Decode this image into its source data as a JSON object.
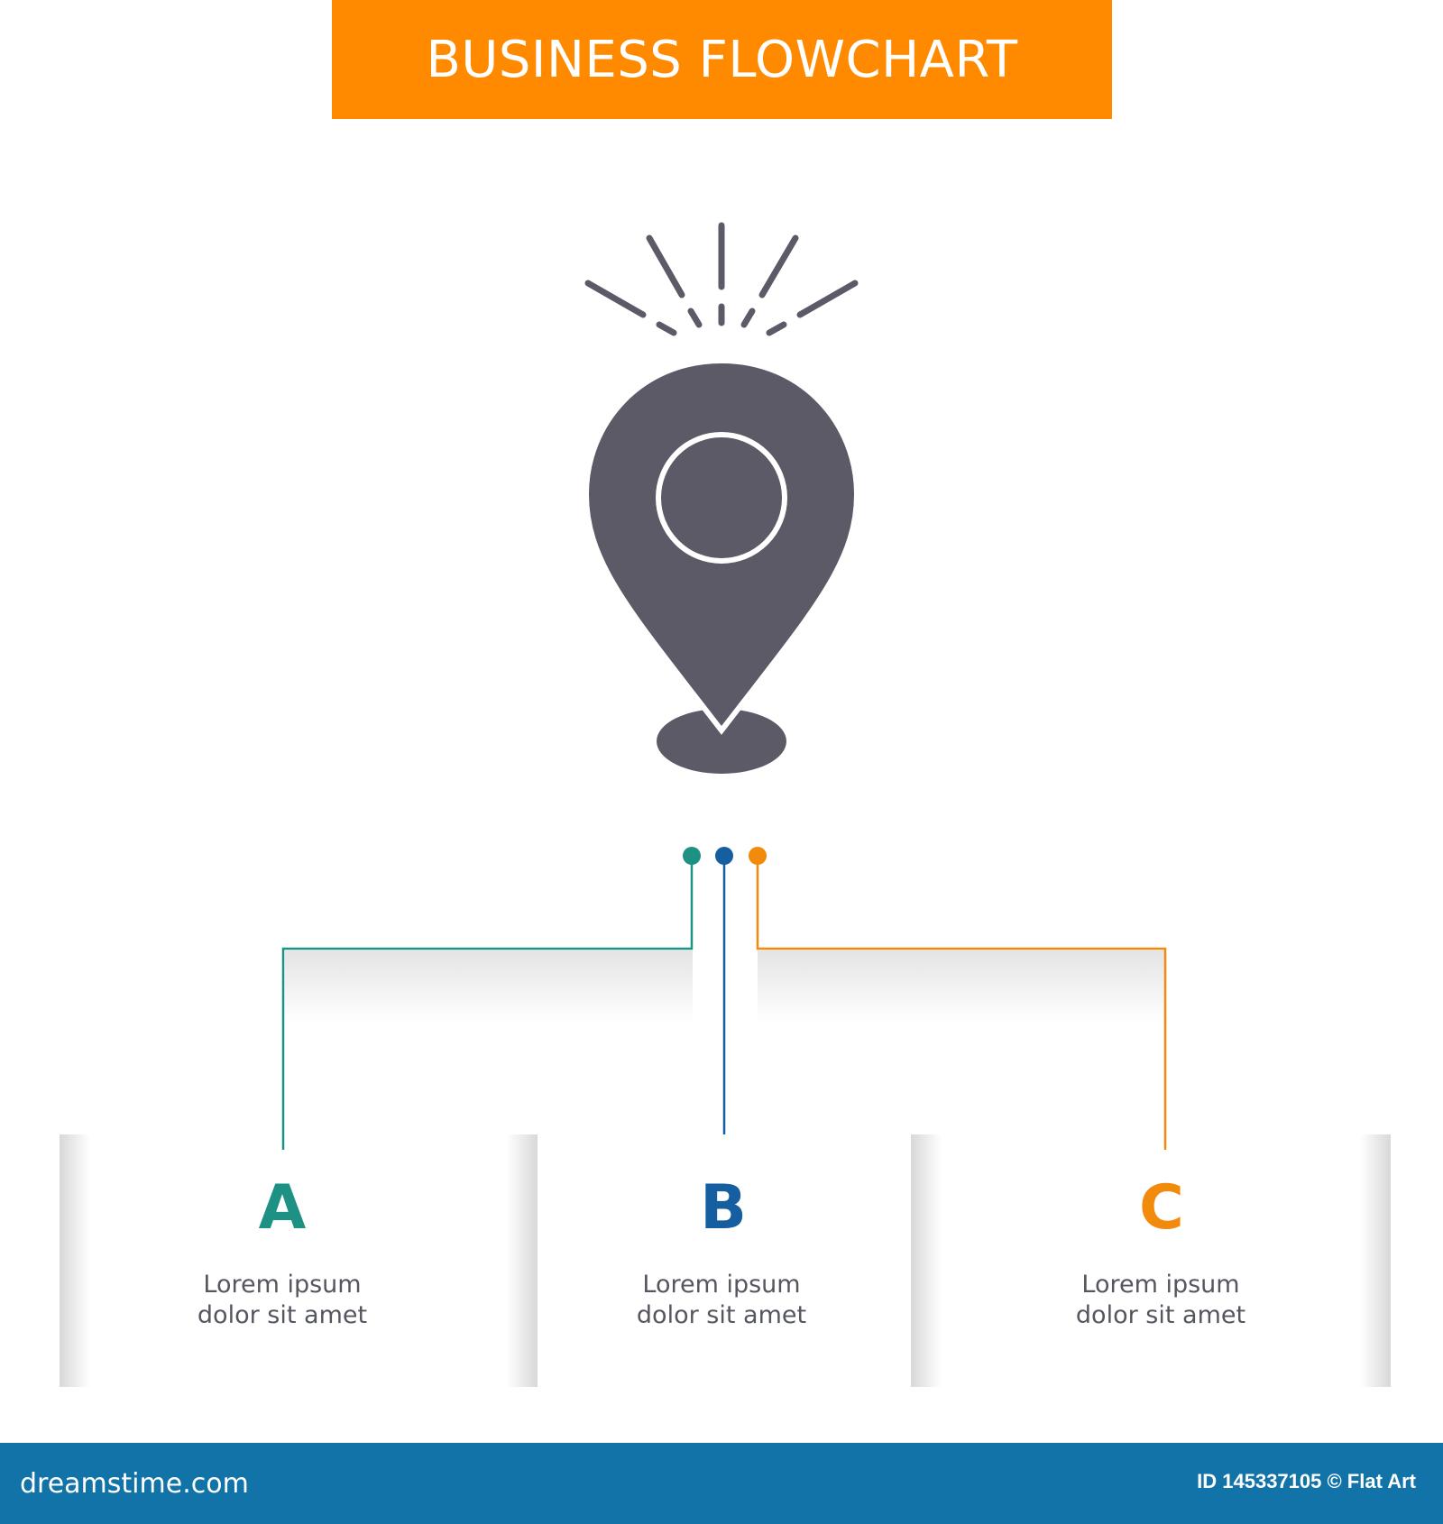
{
  "header": {
    "title": "BUSINESS FLOWCHART"
  },
  "colors": {
    "header_bg": "#FF8A00",
    "icon": "#5C5A66",
    "branch_a": "#1E9185",
    "branch_b": "#155E9F",
    "branch_c": "#F28A0C",
    "footer_bg": "#1273A8",
    "body_text": "#555760"
  },
  "icon": {
    "name": "location-pin-icon"
  },
  "branches": [
    {
      "letter": "A",
      "text_line1": "Lorem ipsum",
      "text_line2": "dolor sit amet"
    },
    {
      "letter": "B",
      "text_line1": "Lorem ipsum",
      "text_line2": "dolor sit amet"
    },
    {
      "letter": "C",
      "text_line1": "Lorem ipsum",
      "text_line2": "dolor sit amet"
    }
  ],
  "footer": {
    "brand": "dreamstime.com",
    "image_id": "ID 145337105 © Flat Art"
  }
}
